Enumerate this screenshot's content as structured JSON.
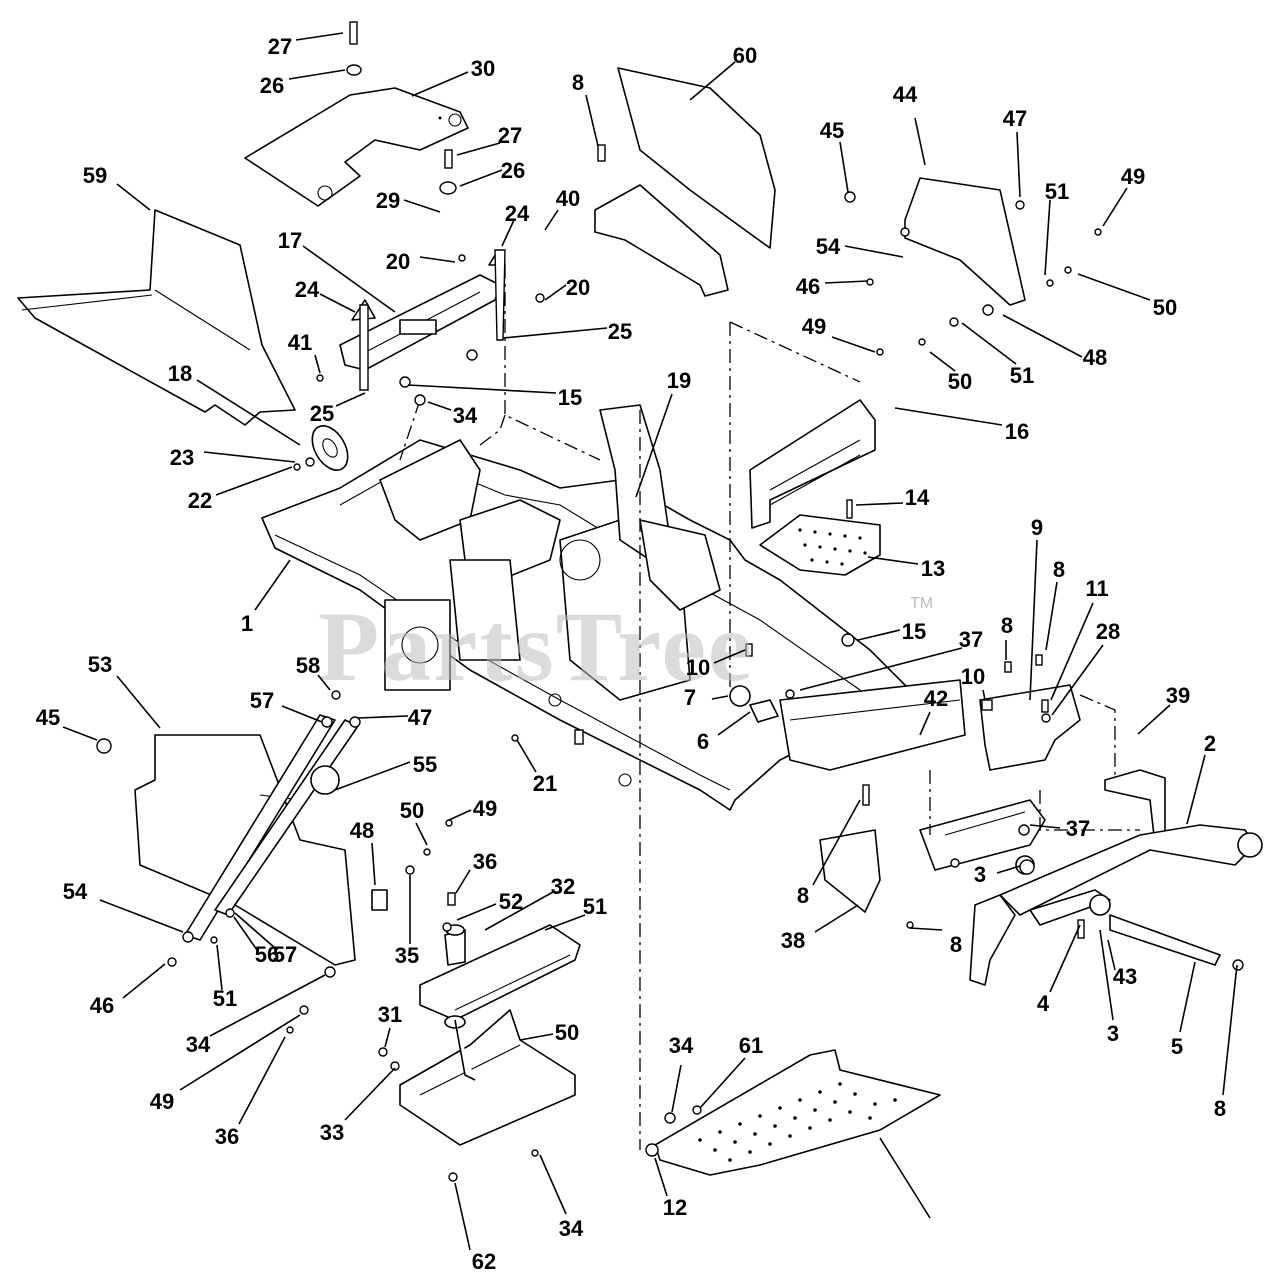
{
  "watermark": {
    "text": "PartsTree",
    "mark": "TM"
  },
  "callouts": [
    {
      "label": "27",
      "part": "bolt"
    },
    {
      "label": "26",
      "part": "washer"
    },
    {
      "label": "30",
      "part": "plate"
    },
    {
      "label": "60",
      "part": "shield"
    },
    {
      "label": "8",
      "part": "screw"
    },
    {
      "label": "27",
      "part": "bolt"
    },
    {
      "label": "26",
      "part": "washer"
    },
    {
      "label": "29",
      "part": "clip"
    },
    {
      "label": "24",
      "part": "knob"
    },
    {
      "label": "40",
      "part": "pin"
    },
    {
      "label": "59",
      "part": "panel"
    },
    {
      "label": "17",
      "part": "bracket"
    },
    {
      "label": "20",
      "part": "screw"
    },
    {
      "label": "20",
      "part": "screw"
    },
    {
      "label": "24",
      "part": "knob"
    },
    {
      "label": "25",
      "part": "nut"
    },
    {
      "label": "41",
      "part": "screw"
    },
    {
      "label": "15",
      "part": "nut"
    },
    {
      "label": "25",
      "part": "nut"
    },
    {
      "label": "34",
      "part": "nut"
    },
    {
      "label": "18",
      "part": "pulley"
    },
    {
      "label": "23",
      "part": "washer"
    },
    {
      "label": "22",
      "part": "bolt"
    },
    {
      "label": "1",
      "part": "frame"
    },
    {
      "label": "45",
      "part": "bolt"
    },
    {
      "label": "44",
      "part": "bracket"
    },
    {
      "label": "47",
      "part": "nut"
    },
    {
      "label": "51",
      "part": "washer"
    },
    {
      "label": "49",
      "part": "bolt"
    },
    {
      "label": "54",
      "part": "spacer"
    },
    {
      "label": "46",
      "part": "bolt"
    },
    {
      "label": "50",
      "part": "washer"
    },
    {
      "label": "49",
      "part": "bolt"
    },
    {
      "label": "48",
      "part": "spacer"
    },
    {
      "label": "50",
      "part": "washer"
    },
    {
      "label": "51",
      "part": "washer"
    },
    {
      "label": "16",
      "part": "guard"
    },
    {
      "label": "19",
      "part": "bracket"
    },
    {
      "label": "14",
      "part": "screw"
    },
    {
      "label": "13",
      "part": "step"
    },
    {
      "label": "9",
      "part": "bracket"
    },
    {
      "label": "8",
      "part": "screw"
    },
    {
      "label": "8",
      "part": "screw"
    },
    {
      "label": "11",
      "part": "bolt"
    },
    {
      "label": "28",
      "part": "nut"
    },
    {
      "label": "15",
      "part": "nut"
    },
    {
      "label": "37",
      "part": "nut"
    },
    {
      "label": "10",
      "part": "bushing"
    },
    {
      "label": "10",
      "part": "bushing"
    },
    {
      "label": "7",
      "part": "bearing"
    },
    {
      "label": "6",
      "part": "shaft"
    },
    {
      "label": "42",
      "part": "bracket"
    },
    {
      "label": "39",
      "part": "bracket"
    },
    {
      "label": "2",
      "part": "axle"
    },
    {
      "label": "37",
      "part": "nut"
    },
    {
      "label": "3",
      "part": "bushing"
    },
    {
      "label": "8",
      "part": "screw"
    },
    {
      "label": "38",
      "part": "bracket"
    },
    {
      "label": "8",
      "part": "screw"
    },
    {
      "label": "4",
      "part": "bolt"
    },
    {
      "label": "43",
      "part": "sleeve"
    },
    {
      "label": "3",
      "part": "bushing"
    },
    {
      "label": "5",
      "part": "spindle"
    },
    {
      "label": "8",
      "part": "screw"
    },
    {
      "label": "21",
      "part": "bolt"
    },
    {
      "label": "53",
      "part": "panel"
    },
    {
      "label": "45",
      "part": "bolt"
    },
    {
      "label": "58",
      "part": "washer"
    },
    {
      "label": "57",
      "part": "washer"
    },
    {
      "label": "47",
      "part": "nut"
    },
    {
      "label": "55",
      "part": "clip"
    },
    {
      "label": "50",
      "part": "washer"
    },
    {
      "label": "49",
      "part": "bolt"
    },
    {
      "label": "48",
      "part": "spacer"
    },
    {
      "label": "35",
      "part": "screw"
    },
    {
      "label": "36",
      "part": "nut"
    },
    {
      "label": "52",
      "part": "bushing"
    },
    {
      "label": "32",
      "part": "cover"
    },
    {
      "label": "51",
      "part": "washer"
    },
    {
      "label": "57",
      "part": "washer"
    },
    {
      "label": "54",
      "part": "spacer"
    },
    {
      "label": "56",
      "part": "bolt"
    },
    {
      "label": "46",
      "part": "bolt"
    },
    {
      "label": "51",
      "part": "washer"
    },
    {
      "label": "34",
      "part": "nut"
    },
    {
      "label": "31",
      "part": "bracket"
    },
    {
      "label": "50",
      "part": "washer"
    },
    {
      "label": "49",
      "part": "bolt"
    },
    {
      "label": "36",
      "part": "nut"
    },
    {
      "label": "33",
      "part": "bolt"
    },
    {
      "label": "34",
      "part": "nut"
    },
    {
      "label": "62",
      "part": "bushing"
    },
    {
      "label": "34",
      "part": "nut"
    },
    {
      "label": "61",
      "part": "bushing"
    },
    {
      "label": "12",
      "part": "footrest"
    }
  ]
}
